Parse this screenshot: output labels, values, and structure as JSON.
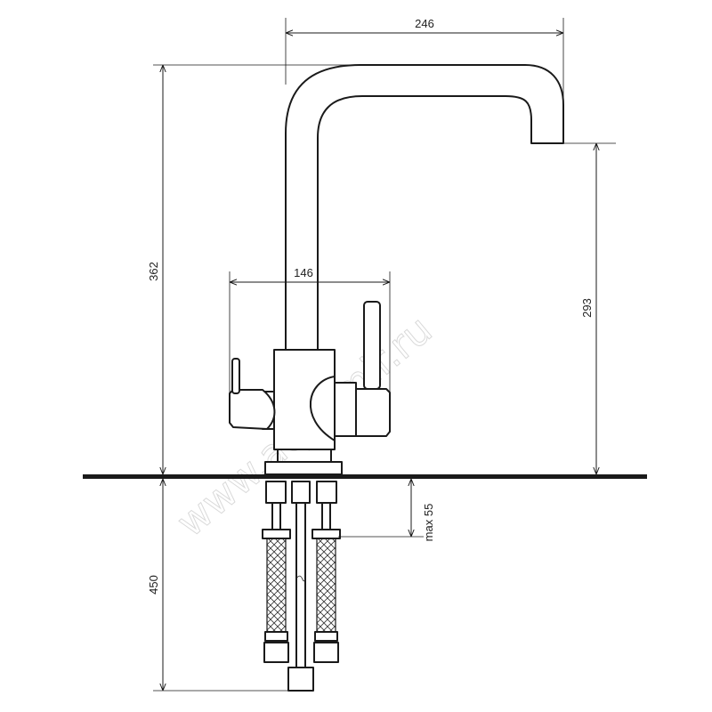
{
  "dimensions": {
    "spout_reach": "246",
    "total_height": "362",
    "handles_width": "146",
    "spout_height": "293",
    "hose_length": "450",
    "counter_thickness": "max 55"
  },
  "watermark": "www.aquamir.ru",
  "colors": {
    "line": "#1a1a1a",
    "countertop": "#1a1a1a",
    "watermark": "#d9d9d9"
  }
}
